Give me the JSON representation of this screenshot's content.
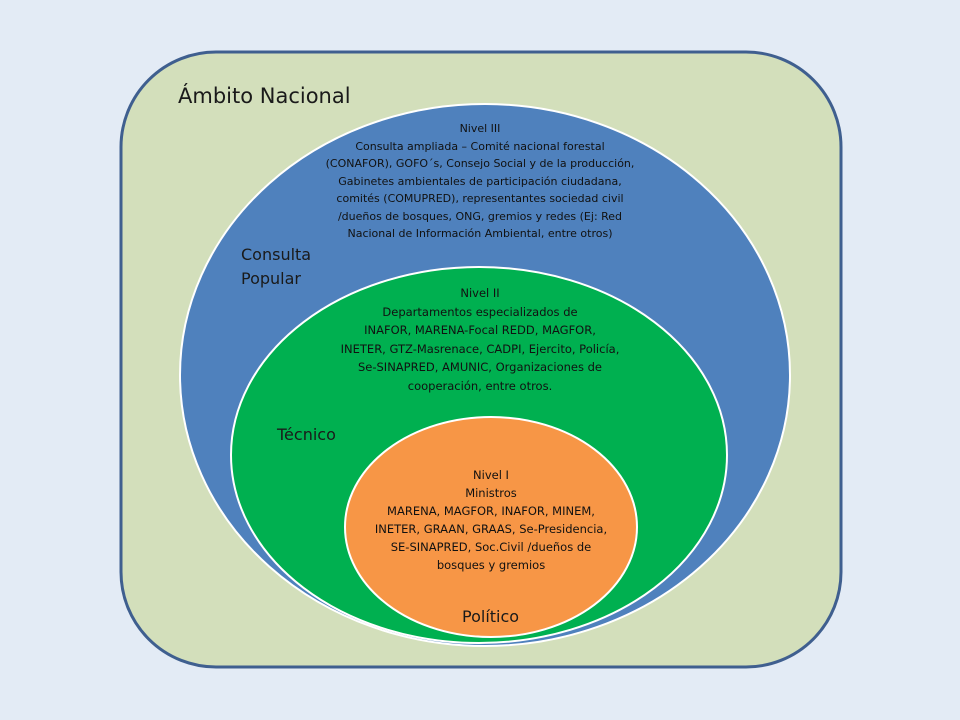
{
  "colors": {
    "background": "#e3ebf5",
    "outer_fill": "#d3dfbb",
    "outer_stroke": "#3f5f8f",
    "blue_fill": "#4f81bd",
    "green_fill": "#00b050",
    "orange_fill": "#f79646",
    "ring_stroke": "#ffffff"
  },
  "outer": {
    "label": "Ámbito Nacional"
  },
  "level3": {
    "side_label_line1": "Consulta",
    "side_label_line2": "Popular",
    "lines": [
      "Nivel III",
      "Consulta ampliada – Comité nacional forestal",
      "(CONAFOR), GOFO´s, Consejo Social y de la producción,",
      "Gabinetes ambientales de participación ciudadana,",
      "comités (COMUPRED), representantes sociedad civil",
      "/dueños de bosques, ONG, gremios y redes (Ej: Red",
      "Nacional de Información Ambiental, entre otros)"
    ]
  },
  "level2": {
    "side_label": "Técnico",
    "lines": [
      "Nivel II",
      "Departamentos especializados de",
      "INAFOR, MARENA-Focal REDD, MAGFOR,",
      "INETER, GTZ-Masrenace, CADPI, Ejercito, Policía,",
      "Se-SINAPRED,  AMUNIC, Organizaciones de",
      "cooperación, entre otros."
    ]
  },
  "level1": {
    "side_label": "Político",
    "lines": [
      "Nivel I",
      "Ministros",
      "MARENA, MAGFOR, INAFOR, MINEM,",
      "INETER, GRAAN, GRAAS, Se-Presidencia,",
      "SE-SINAPRED, Soc.Civil /dueños de",
      "bosques  y gremios"
    ]
  }
}
